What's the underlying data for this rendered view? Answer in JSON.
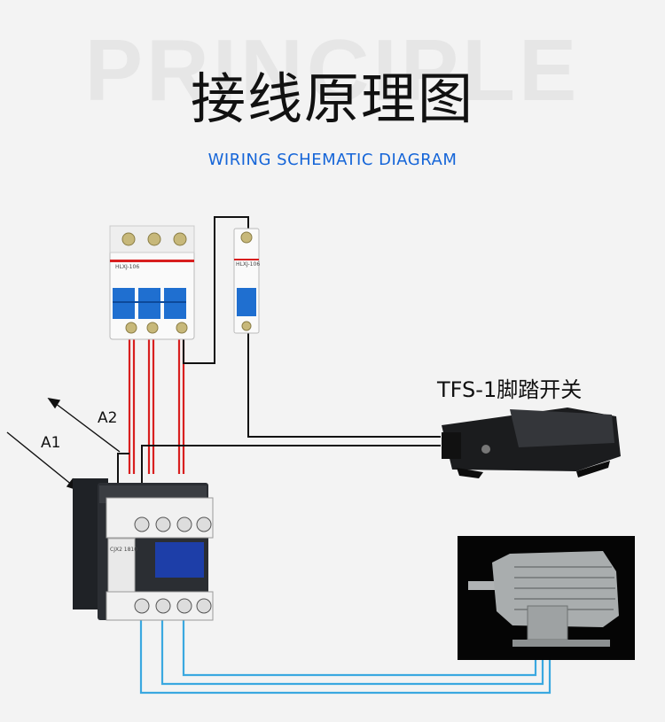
{
  "background_word": "PRINCIPLE",
  "title": "接线原理图",
  "subtitle": "WIRING SCHEMATIC DIAGRAM",
  "components": {
    "foot_switch_label": "TFS-1脚踏开关",
    "label_a1": "A1",
    "label_a2": "A2",
    "breaker_3p_model": "HLXJ-106",
    "breaker_1p_model": "HLXJ-106",
    "contactor_model": "CJX2 1810"
  },
  "colors": {
    "title_en": "#1565d8",
    "wire_red": "#d81f1f",
    "wire_black": "#111111",
    "wire_blue": "#3aa8e0",
    "breaker_blue": "#1f6fd0",
    "background": "#f3f3f3"
  }
}
